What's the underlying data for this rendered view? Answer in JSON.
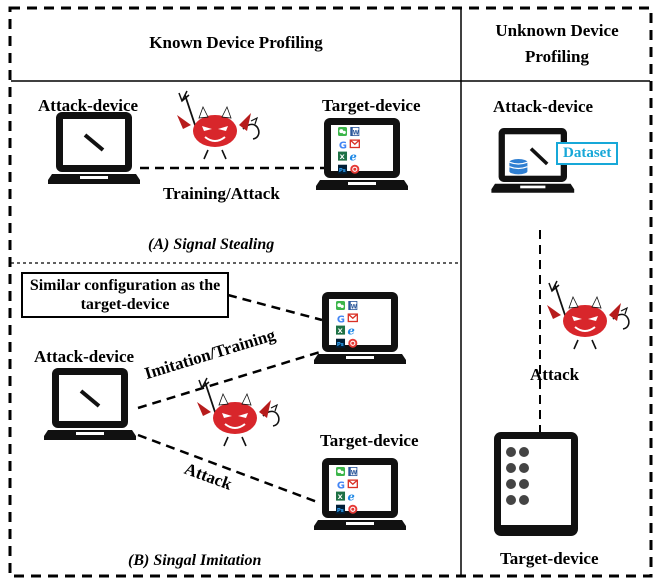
{
  "known_panel": {
    "title": "Known Device Profiling",
    "section_a": {
      "attack_device_label": "Attack-device",
      "target_device_label": "Target-device",
      "link_label": "Training/Attack",
      "caption": "(A)  Signal Stealing"
    },
    "section_b": {
      "config_note": "Similar configuration as the target-device",
      "attack_device_label": "Attack-device",
      "target_device_label": "Target-device",
      "imitation_label": "Imitation/Training",
      "attack_label": "Attack",
      "caption": "(B) Singal Imitation"
    }
  },
  "unknown_panel": {
    "title": "Unknown Device Profiling",
    "attack_device_label": "Attack-device",
    "dataset_label": "Dataset",
    "attack_label": "Attack",
    "target_device_label": "Target-device"
  },
  "app_icons": [
    "wechat-icon",
    "word-icon",
    "google-icon",
    "gmail-icon",
    "excel-icon",
    "ie-icon",
    "photoshop-icon",
    "netease-icon"
  ],
  "colors": {
    "devil_red": "#d8262b",
    "dataset_blue": "#17a8d8",
    "db_blue": "#2f7fd2"
  }
}
